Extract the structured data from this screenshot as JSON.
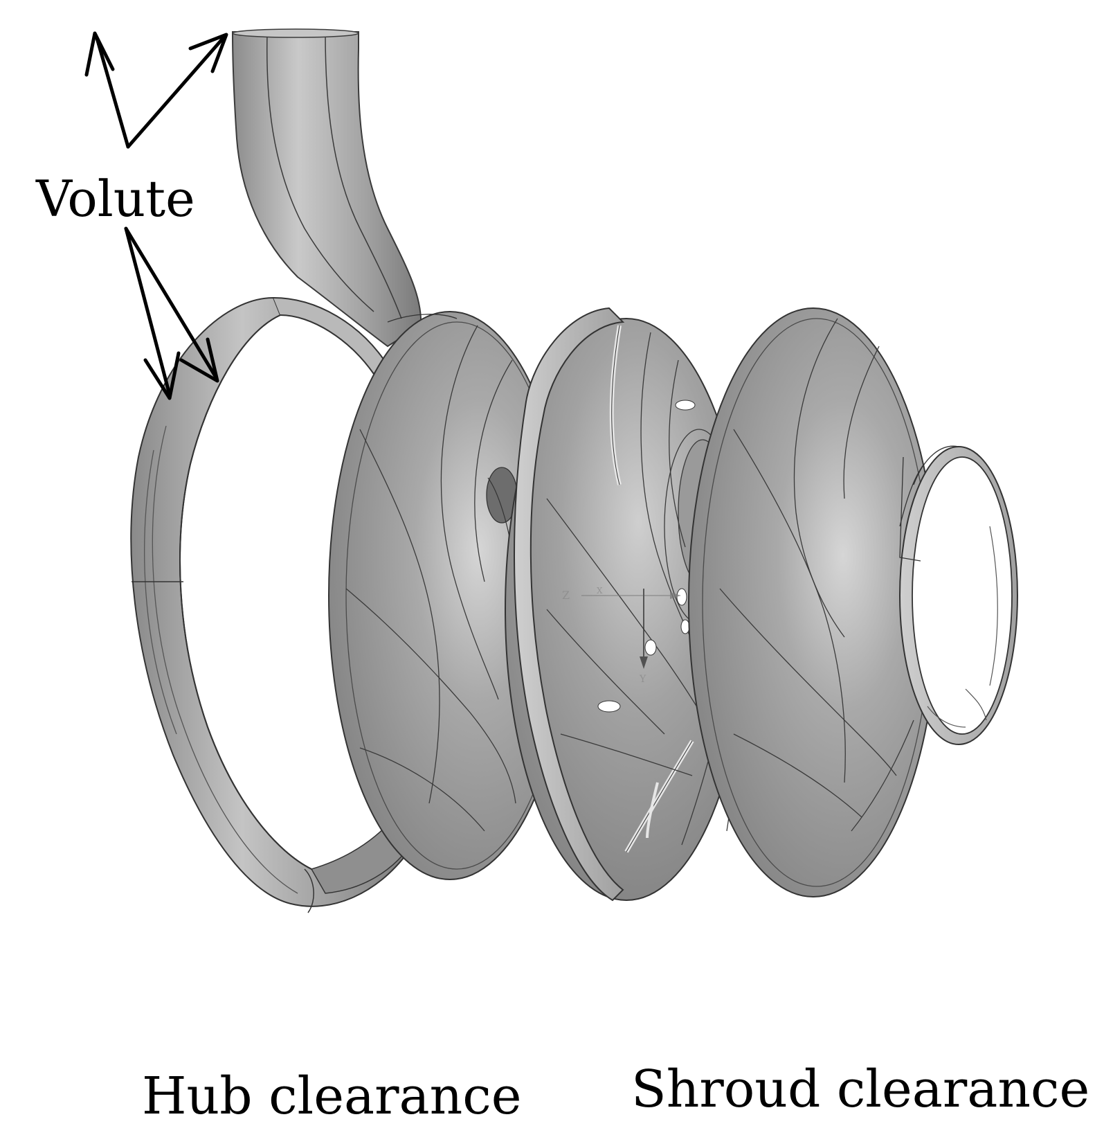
{
  "figure": {
    "labels": {
      "volute": "Volute",
      "hub_clearance": "Hub clearance",
      "shroud_clearance": "Shroud clearance"
    },
    "axis_triad": {
      "z": "Z",
      "x": "X",
      "y": "Y"
    },
    "colors": {
      "solid_fill": "#9e9e9e",
      "solid_dark": "#6f6f6f",
      "solid_light": "#d8d8d8",
      "edge_line": "#2e2e2e",
      "arrow": "#000000",
      "background": "#ffffff"
    }
  }
}
